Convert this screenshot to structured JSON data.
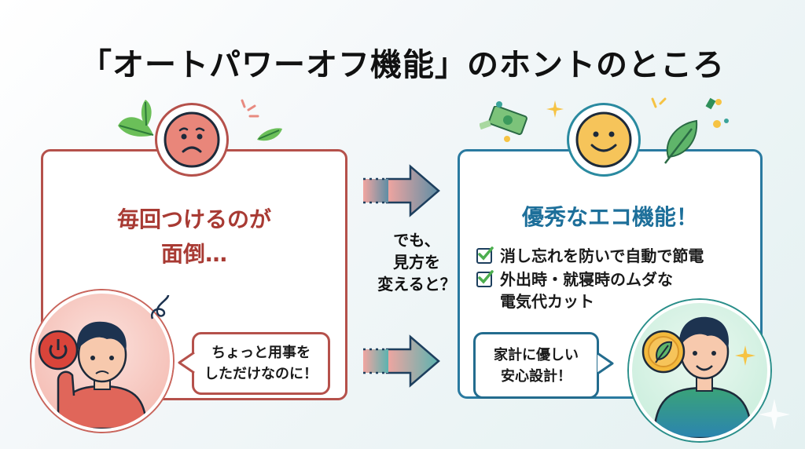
{
  "title": "「オートパワーオフ機能」のホントのところ",
  "left_panel": {
    "face": "sad-face",
    "headline_line1": "毎回つけるのが",
    "headline_line2": "面倒…",
    "speech_line1": "ちょっと用事を",
    "speech_line2": "しただけなのに！",
    "person": "frustrated-person-with-power-button",
    "accent_color": "#b5514b"
  },
  "middle": {
    "line1": "でも、",
    "line2": "見方を",
    "line3": "変えると？"
  },
  "right_panel": {
    "face": "happy-face",
    "headline": "優秀なエコ機能！",
    "checklist": [
      {
        "text": "消し忘れを防いで自動で節電"
      },
      {
        "text_line1": "外出時・就寝時のムダな",
        "text_line2": "電気代カット"
      }
    ],
    "speech_line1": "家計に優しい",
    "speech_line2": "安心設計！",
    "person": "happy-person-with-eco-coin",
    "accent_color": "#1d6f9a"
  }
}
